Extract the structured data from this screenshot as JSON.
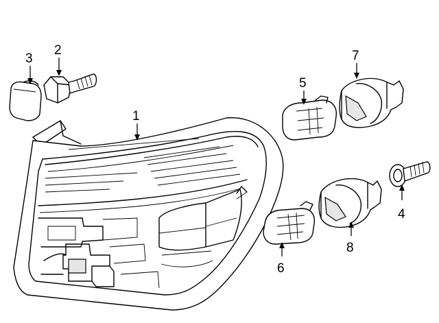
{
  "diagram": {
    "callouts": [
      {
        "id": "1",
        "label": "1",
        "part": "tail-lamp-assembly"
      },
      {
        "id": "2",
        "label": "2",
        "part": "bolt"
      },
      {
        "id": "3",
        "label": "3",
        "part": "cap"
      },
      {
        "id": "4",
        "label": "4",
        "part": "screw-with-washer"
      },
      {
        "id": "5",
        "label": "5",
        "part": "bulb"
      },
      {
        "id": "6",
        "label": "6",
        "part": "bulb"
      },
      {
        "id": "7",
        "label": "7",
        "part": "socket"
      },
      {
        "id": "8",
        "label": "8",
        "part": "socket"
      }
    ],
    "stroke_color": "#000000",
    "background_color": "#ffffff"
  }
}
